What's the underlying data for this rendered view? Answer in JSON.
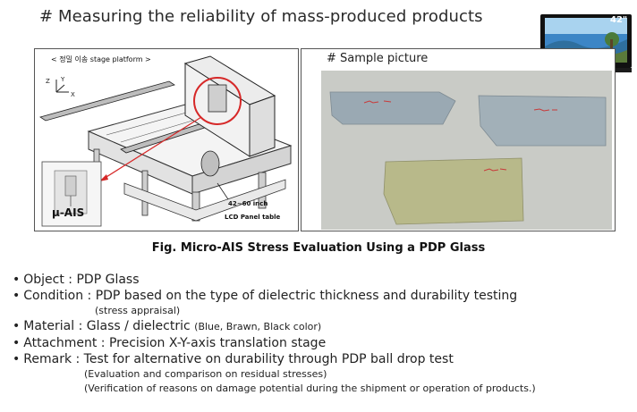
{
  "heading": "# Measuring the reliability of mass-produced products",
  "tv": {
    "size_label": "42\"",
    "icon": "tv-icon"
  },
  "stage_figure": {
    "caption": "< 정밀 이송 stage platform >",
    "axis_z": "Z",
    "axis_y": "Y",
    "axis_x": "X",
    "label_ais": "μ-AIS",
    "label_inch": "42~60 inch",
    "label_table": "LCD Panel table"
  },
  "sample_figure": {
    "title": "# Sample picture"
  },
  "figure_caption": "Fig. Micro-AIS Stress Evaluation Using a PDP Glass",
  "bullets": {
    "object": "Object : PDP Glass",
    "condition": "Condition : PDP based on the type of dielectric thickness and durability testing",
    "condition_sub": "(stress appraisal)",
    "material_main": "Material : Glass / dielectric",
    "material_small": "(Blue, Brawn, Black color)",
    "attachment": "Attachment : Precision X-Y-axis translation stage",
    "remark": "Remark : Test for alternative on durability through PDP ball drop test",
    "remark_sub1": "(Evaluation and comparison on residual stresses)",
    "remark_sub2": "(Verification of reasons on damage potential during the shipment or operation of products.)",
    "dot": "•"
  },
  "colors": {
    "highlight_circle": "#d62828",
    "glass_blue": "#9aa9b3",
    "glass_olive": "#b8b98a",
    "wall": "#c9cbc6"
  }
}
